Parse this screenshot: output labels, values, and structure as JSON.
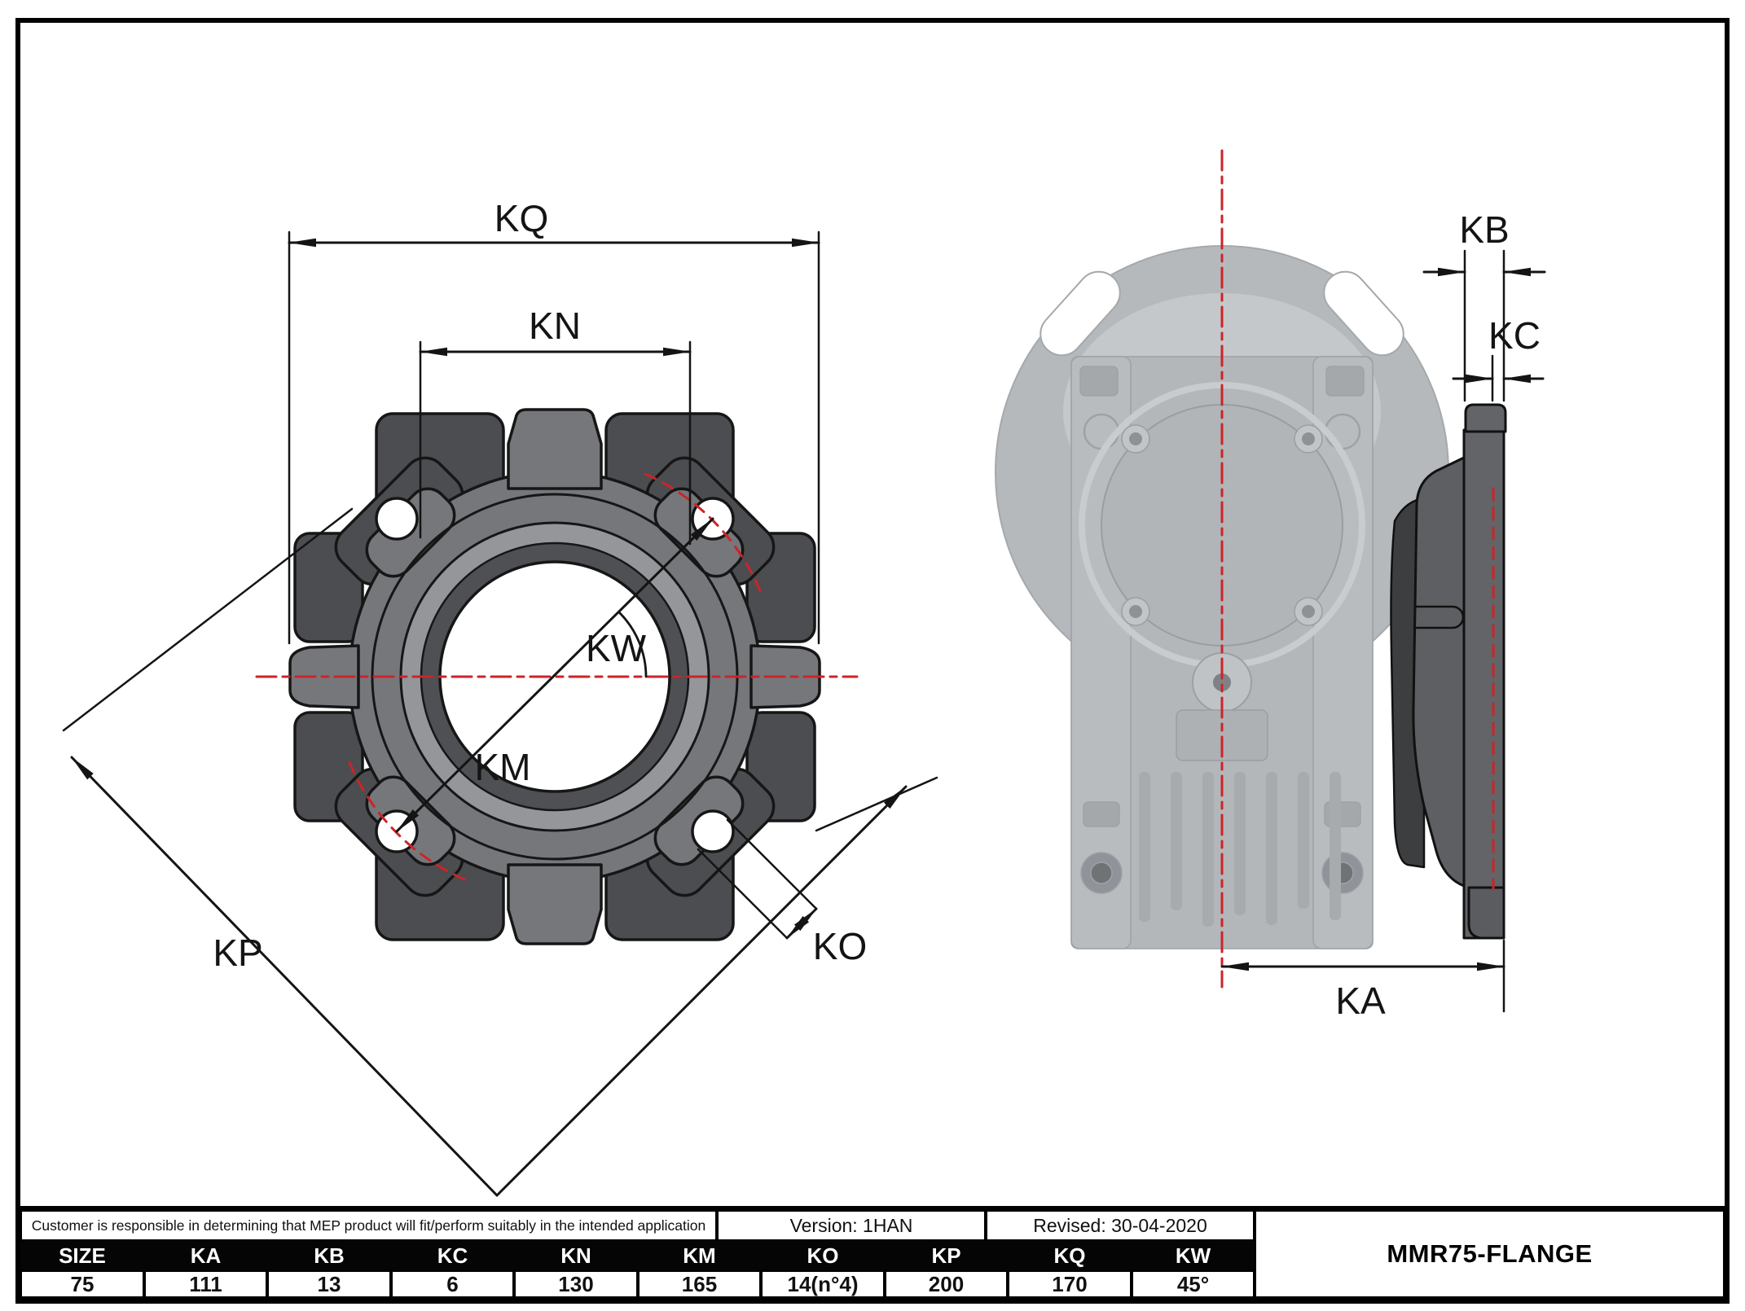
{
  "title_block": {
    "disclaimer": "Customer is responsible in determining that MEP product will fit/perform suitably in the intended application",
    "version": "Version: 1HAN",
    "revised": "Revised: 30-04-2020",
    "part_name": "MMR75-FLANGE"
  },
  "dimension_table": {
    "headers": [
      "SIZE",
      "KA",
      "KB",
      "KC",
      "KN",
      "KM",
      "KO",
      "KP",
      "KQ",
      "KW"
    ],
    "values": [
      "75",
      "111",
      "13",
      "6",
      "130",
      "165",
      "14(n°4)",
      "200",
      "170",
      "45°"
    ]
  },
  "front_view": {
    "labels": {
      "kq": "KQ",
      "kn": "KN",
      "kw": "KW",
      "km": "KM",
      "ko": "KO",
      "kp": "KP"
    }
  },
  "side_view": {
    "labels": {
      "kb": "KB",
      "kc": "KC",
      "ka": "KA"
    }
  },
  "colors": {
    "centerline_red": "#cc2428",
    "plate_gray": "#75777b",
    "dark_lobe_gray": "#4b4d50",
    "light_ring_gray": "#94969a",
    "dark_ring_gray": "#4e5053",
    "side_flange_gray": "#5d5f62",
    "render_gray": "#b6b9bc",
    "line_black": "#141414"
  }
}
